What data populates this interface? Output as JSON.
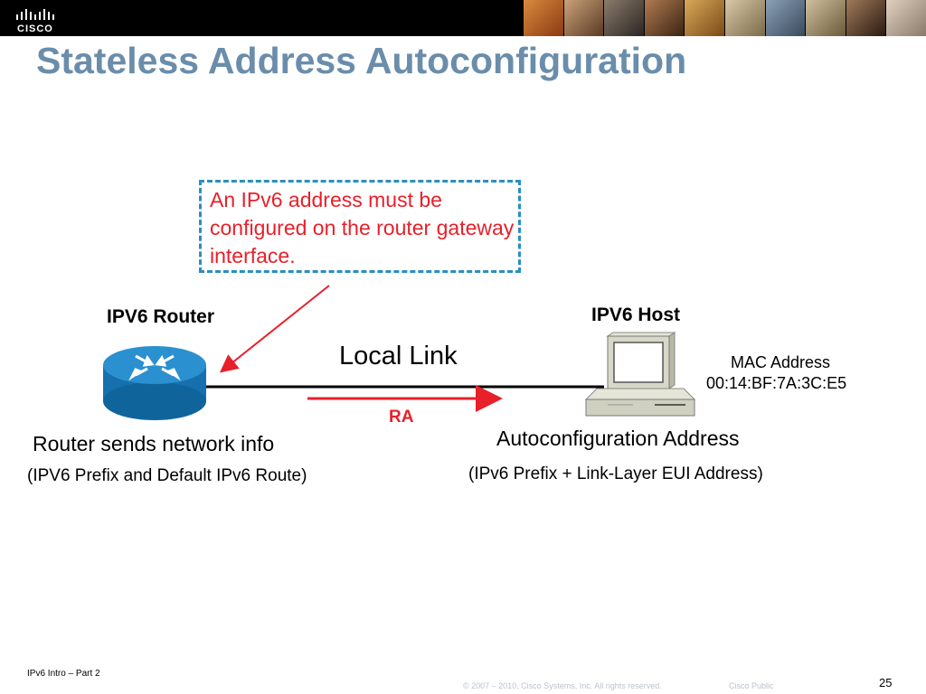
{
  "header": {
    "logo_text": "CISCO",
    "title": "Stateless Address Autoconfiguration"
  },
  "diagram": {
    "callout": "An IPv6 address must be configured on the router gateway interface.",
    "router_label": "IPV6 Router",
    "host_label": "IPV6 Host",
    "link_label": "Local Link",
    "ra_label": "RA",
    "mac_label": "MAC Address",
    "mac_value": "00:14:BF:7A:3C:E5",
    "router_caption": "Router sends network info",
    "router_subcaption": "(IPV6 Prefix and Default IPv6 Route)",
    "host_caption": "Autoconfiguration Address",
    "host_subcaption": "(IPv6 Prefix + Link-Layer EUI Address)"
  },
  "footer": {
    "course": "IPv6 Intro – Part 2",
    "copyright": "© 2007 – 2010, Cisco Systems, Inc. All rights reserved.",
    "classification": "Cisco Public",
    "page_number": "25"
  },
  "colors": {
    "title": "#6a8dab",
    "callout_text": "#e8202a",
    "callout_border": "#2a8ec2",
    "arrow": "#e8202a",
    "router": "#1e86c8"
  }
}
